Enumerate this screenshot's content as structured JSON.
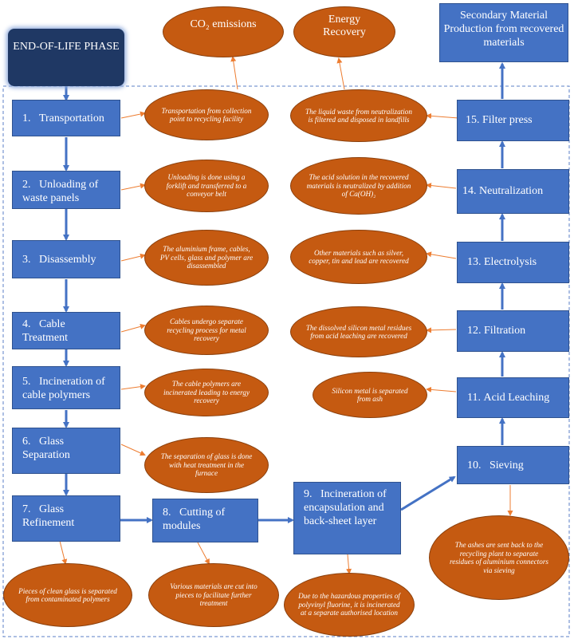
{
  "phase_title": "END-OF-LIFE PHASE",
  "outputs": {
    "co2": "CO₂ emissions",
    "energy": "Energy Recovery",
    "secondary": "Secondary Material Production from recovered materials"
  },
  "steps": [
    {
      "num": "1.",
      "label": "Transportation"
    },
    {
      "num": "2.",
      "label": "Unloading of waste panels"
    },
    {
      "num": "3.",
      "label": "Disassembly"
    },
    {
      "num": "4.",
      "label": "Cable Treatment"
    },
    {
      "num": "5.",
      "label": "Incineration of cable polymers"
    },
    {
      "num": "6.",
      "label": "Glass Separation"
    },
    {
      "num": "7.",
      "label": "Glass Refinement"
    },
    {
      "num": "8.",
      "label": "Cutting of modules"
    },
    {
      "num": "9.",
      "label": "Incineration of encapsulation and back-sheet layer"
    },
    {
      "num": "10.",
      "label": "Sieving"
    },
    {
      "num": "11.",
      "label": "Acid Leaching"
    },
    {
      "num": "12.",
      "label": "Filtration"
    },
    {
      "num": "13.",
      "label": "Electrolysis"
    },
    {
      "num": "14.",
      "label": "Neutralization"
    },
    {
      "num": "15.",
      "label": "Filter press"
    }
  ],
  "notes": {
    "n1": "Transportation from collection point to recycling facility",
    "n2": "Unloading is done using a forklift and transferred to a conveyor belt",
    "n3": "The aluminium frame, cables, PV cells, glass and polymer are disassembled",
    "n4": "Cables undergo separate recycling process for metal recovery",
    "n5": "The cable polymers are incinerated leading to energy recovery",
    "n6": "The separation of glass is done with heat treatment in the furnace",
    "n7": "Pieces of clean glass is separated from contaminated polymers",
    "n8": "Various materials are cut into pieces to facilitate further treatment",
    "n9": "Due to the hazardous properties of polyvinyl fluorine, it is incinerated at a separate authorised location",
    "n10": "The ashes are sent back to the recycling plant to separate residues of aluminium connectors via sieving",
    "n11": "Silicon metal is separated from ash",
    "n12": "The dissolved silicon metal residues from acid leaching are recovered",
    "n13": "Other materials such as silver, copper, tin and lead are recovered",
    "n14": "The acid solution in the recovered materials is neutralized by addition of Ca(OH)₂",
    "n15": "The liquid waste from neutralization is filtered and disposed in landfills"
  },
  "colors": {
    "box": "#4472c4",
    "oval": "#c55a11",
    "phase": "#1f3864",
    "connector": "#ed7d31",
    "dashed": "#5b7fc7"
  }
}
